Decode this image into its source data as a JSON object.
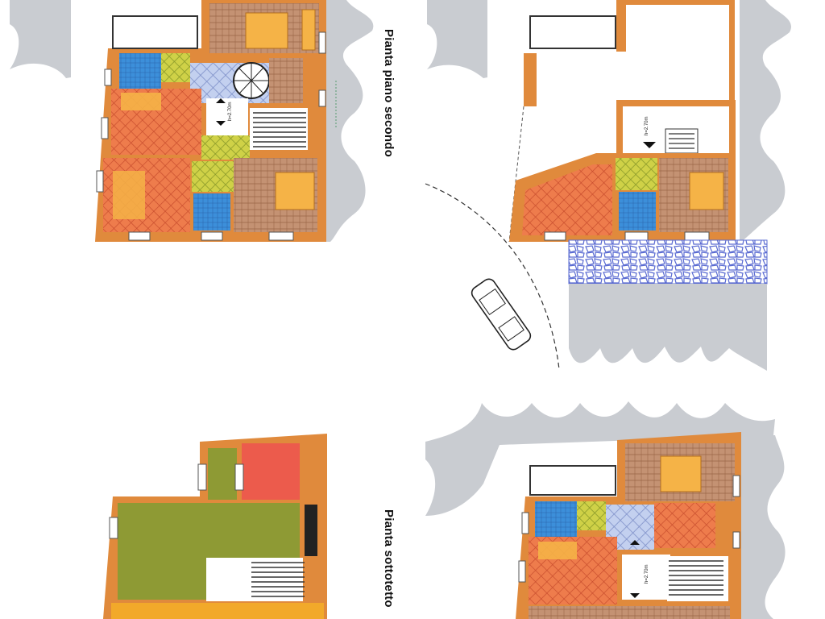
{
  "labels": {
    "top_plan": "Pianta piano secondo",
    "bottom_plan": "Pianta sottotetto"
  },
  "annotations": {
    "stair_height_a": "h=2.70m",
    "stair_height_b": "h=2.70m",
    "stair_height_c": "h=2.70m"
  },
  "colors": {
    "wall": "#e08a3c",
    "bedroom_floor": "#c7956b",
    "living_floor": "#ef7d4e",
    "bath_floor": "#3b8ed8",
    "kitchen_floor": "#d7c83e",
    "hall_floor": "#b9c9ec",
    "attic_floor": "#8e9a34",
    "attic_room": "#ec5b4c",
    "terrain": "#c9ccd1",
    "cobblestone": "#6f7fd6",
    "furniture": "#f5b347"
  }
}
